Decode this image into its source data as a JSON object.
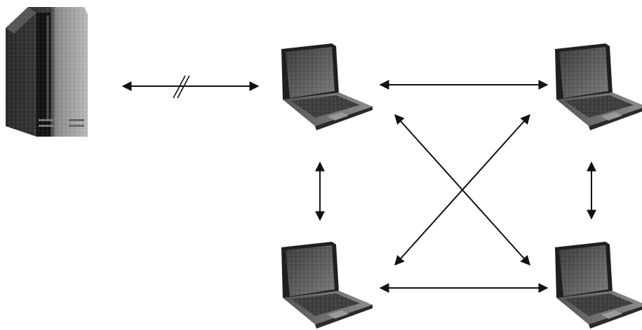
{
  "diagram": {
    "nodes": [
      {
        "id": "server",
        "kind": "tower-server",
        "icon": "server-icon"
      },
      {
        "id": "laptop-top-left",
        "kind": "laptop",
        "icon": "laptop-icon"
      },
      {
        "id": "laptop-top-right",
        "kind": "laptop",
        "icon": "laptop-icon"
      },
      {
        "id": "laptop-bottom-left",
        "kind": "laptop",
        "icon": "laptop-icon"
      },
      {
        "id": "laptop-bottom-right",
        "kind": "laptop",
        "icon": "laptop-icon"
      }
    ],
    "links": [
      {
        "from": "server",
        "to": "laptop-top-left",
        "style": "bidirectional",
        "broken": true
      },
      {
        "from": "laptop-top-left",
        "to": "laptop-top-right",
        "style": "bidirectional",
        "broken": false
      },
      {
        "from": "laptop-top-left",
        "to": "laptop-bottom-left",
        "style": "bidirectional",
        "broken": false
      },
      {
        "from": "laptop-top-right",
        "to": "laptop-bottom-right",
        "style": "bidirectional",
        "broken": false
      },
      {
        "from": "laptop-bottom-left",
        "to": "laptop-bottom-right",
        "style": "bidirectional",
        "broken": false
      },
      {
        "from": "laptop-top-left",
        "to": "laptop-bottom-right",
        "style": "bidirectional",
        "broken": false
      },
      {
        "from": "laptop-top-right",
        "to": "laptop-bottom-left",
        "style": "bidirectional",
        "broken": false
      }
    ],
    "colors": {
      "line": "#111111",
      "device_dark": "#1e1e1e",
      "device_mid": "#6b6b6b",
      "device_light": "#b5b5b5",
      "background": "#ffffff"
    }
  }
}
